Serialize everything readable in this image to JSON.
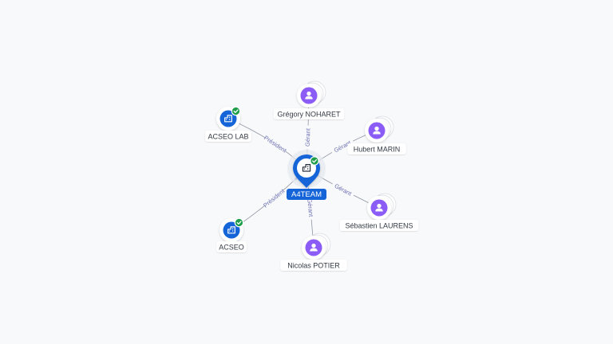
{
  "center": {
    "label": "A4TEAM",
    "icon": "company-building-icon",
    "verified": true,
    "color": "#1565d8"
  },
  "persons": [
    {
      "label": "Grégory NOHARET",
      "role": "Gérant"
    },
    {
      "label": "Hubert MARIN",
      "role": "Gérant"
    },
    {
      "label": "Sébastien LAURENS",
      "role": "Gérant"
    },
    {
      "label": "Nicolas POTIER",
      "role": "Gérant"
    }
  ],
  "companies": [
    {
      "label": "ACSEO LAB",
      "role": "Président",
      "verified": true
    },
    {
      "label": "ACSEO",
      "role": "Président",
      "verified": true
    }
  ],
  "colors": {
    "company": "#1565d8",
    "person": "#8b5cf6",
    "verified": "#1e9e4a",
    "edge": "#8f96a3",
    "edge_label": "#6b6fb0"
  }
}
